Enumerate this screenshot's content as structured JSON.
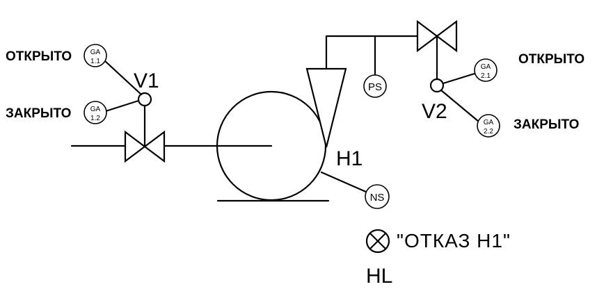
{
  "valve_v1": {
    "tag": "V1",
    "open_label": "ОТКРЫТО",
    "closed_label": "ЗАКРЫТО"
  },
  "valve_v2": {
    "tag": "V2",
    "open_label": "ОТКРЫТО",
    "closed_label": "ЗАКРЫТО"
  },
  "pump": {
    "tag": "H1"
  },
  "sensors": {
    "ga11": {
      "top": "GA",
      "bottom": "1.1"
    },
    "ga12": {
      "top": "GA",
      "bottom": "1.2"
    },
    "ga21": {
      "top": "GA",
      "bottom": "2.1"
    },
    "ga22": {
      "top": "GA",
      "bottom": "2.2"
    },
    "ps": "PS",
    "ns": "NS"
  },
  "alarm": {
    "text": "\"ОТКАЗ  H1\"",
    "tag": "HL"
  }
}
